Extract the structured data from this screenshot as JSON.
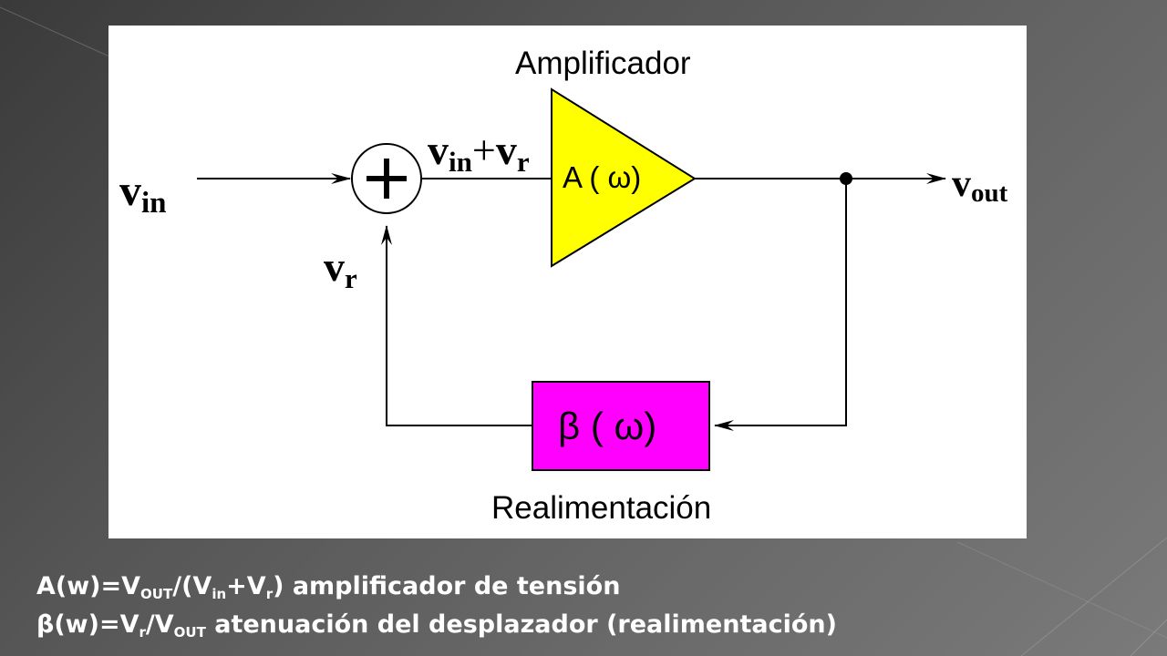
{
  "diagram": {
    "amplifier_title": "Amplificador",
    "amplifier_block": "A ( ω)",
    "feedback_title": "Realimentación",
    "feedback_block": "β ( ω)",
    "summing_sign": "+",
    "input": {
      "base": "v",
      "sub": "in"
    },
    "sum_signal": {
      "base1": "v",
      "sub1": "in",
      "plus": "+",
      "base2": "v",
      "sub2": "r"
    },
    "output": {
      "base": "v",
      "sub": "out"
    },
    "feedback_signal": {
      "base": "v",
      "sub": "r"
    },
    "colors": {
      "amplifier_fill": "#ffff00",
      "feedback_fill": "#ff00ff",
      "panel": "#ffffff"
    }
  },
  "captions": {
    "line1": {
      "a": "A(w)=V",
      "sub_out": "OUT",
      "b": "/(V",
      "sub_in": "in",
      "c": "+V",
      "sub_r": "r",
      "d": ") amplificador de tensión"
    },
    "line2": {
      "a": "β(w)=V",
      "sub_r": "r",
      "b": "/V",
      "sub_out": "OUT",
      "c": " atenuación del desplazador (realimentación)"
    }
  }
}
